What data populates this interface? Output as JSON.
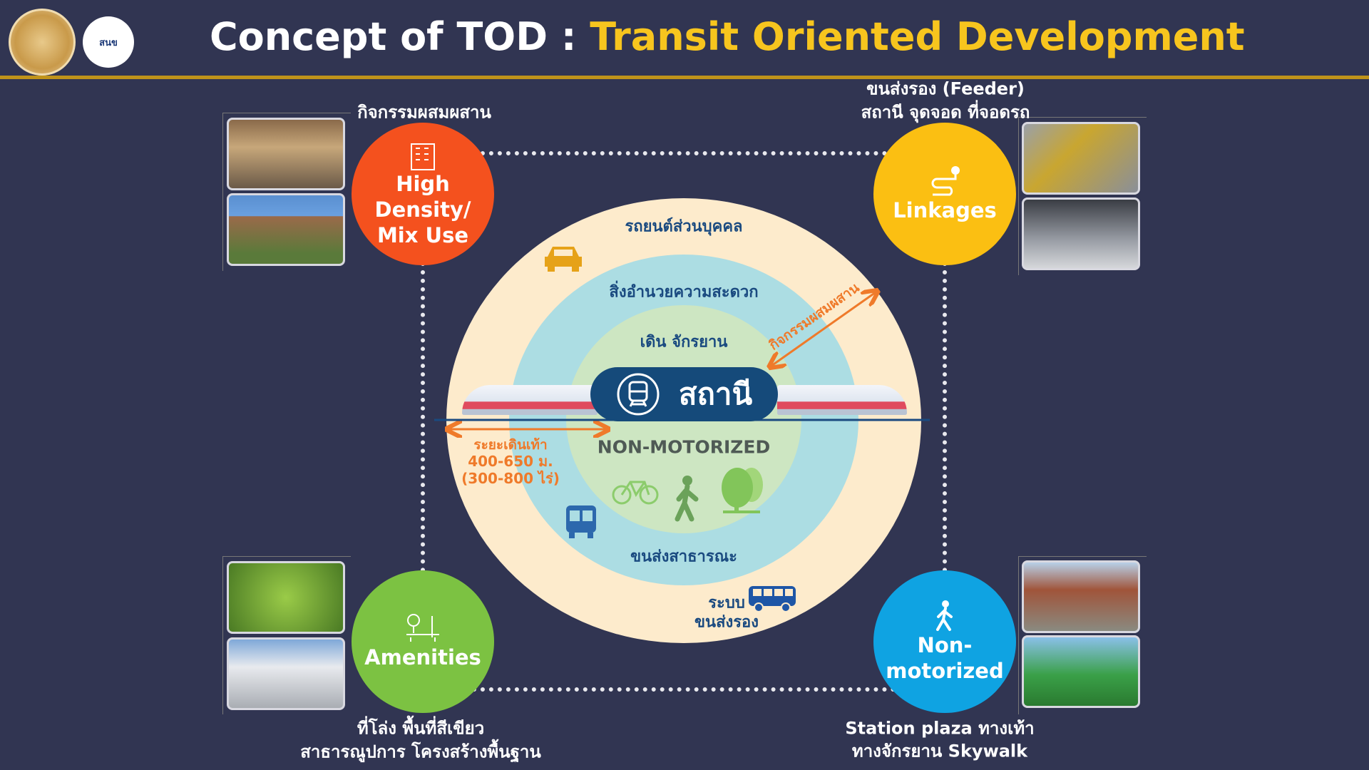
{
  "header": {
    "title_white": "Concept of TOD : ",
    "title_yellow": "Transit Oriented Development",
    "logo_text": "สนข"
  },
  "corners": {
    "high_density": {
      "label": "High Density/ Mix Use",
      "line1": "High",
      "line2": "Density/",
      "line3": "Mix Use",
      "caption": "กิจกรรมผสมผสาน",
      "color": "#f4511e"
    },
    "linkages": {
      "label": "Linkages",
      "caption1": "ขนส่งรอง (Feeder)",
      "caption2": "สถานี จุดจอด ที่จอดรถ",
      "color": "#fbbf12"
    },
    "amenities": {
      "label": "Amenities",
      "caption1": "ที่โล่ง พื้นที่สีเขียว",
      "caption2": "สาธารณูปการ โครงสร้างพื้นฐาน",
      "color": "#7cc242"
    },
    "non_motorized": {
      "line1": "Non-",
      "line2": "motorized",
      "caption1": "Station plaza ทางเท้า",
      "caption2": "ทางจักรยาน Skywalk",
      "color": "#0fa3e2"
    }
  },
  "diagram": {
    "outer": "รถยนต์ส่วนบุคคล",
    "middle": "สิ่งอำนวยความสะดวก",
    "inner": "เดิน จักรยาน",
    "station": "สถานี",
    "non_motorized": "NON-MOTORIZED",
    "public_transport": "ขนส่งสาธารณะ",
    "feeder1": "ระบบ",
    "feeder2": "ขนส่งรอง",
    "mixed": "กิจกรรมผสมผสาน",
    "walk1": "ระยะเดินเท้า",
    "walk2": "400-650 ม.",
    "walk3": "(300-800 ไร่)"
  }
}
